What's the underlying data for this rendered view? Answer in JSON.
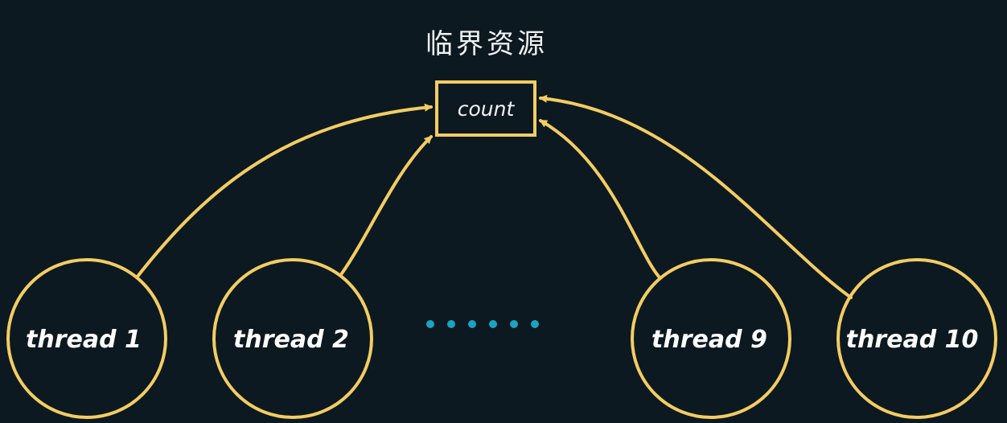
{
  "title": "临界资源",
  "resource": {
    "label": "count"
  },
  "threads": [
    {
      "label": "thread 1"
    },
    {
      "label": "thread 2"
    },
    {
      "label": "thread 9"
    },
    {
      "label": "thread 10"
    }
  ],
  "ellipsis": {
    "dot_count": 6
  },
  "colors": {
    "background": "#0d1921",
    "accent": "#f3cd62",
    "ellipsis": "#1ba3c2",
    "text": "#ffffff"
  },
  "edges": [
    {
      "from": "thread 1",
      "to": "count"
    },
    {
      "from": "thread 2",
      "to": "count"
    },
    {
      "from": "thread 9",
      "to": "count"
    },
    {
      "from": "thread 10",
      "to": "count"
    }
  ]
}
